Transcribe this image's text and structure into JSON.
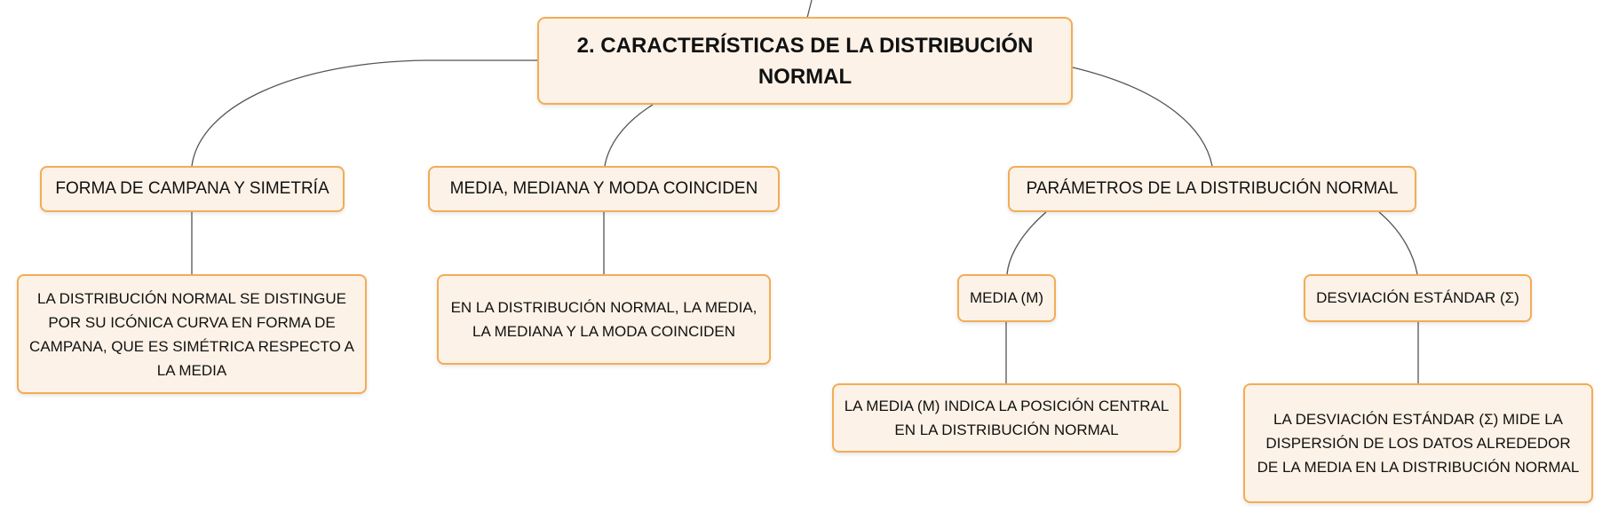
{
  "colors": {
    "node_fill": "#fdf2e7",
    "node_border": "#f3ac55",
    "connector": "#555555"
  },
  "root": {
    "label": "2. CARACTERÍSTICAS DE LA DISTRIBUCIÓN NORMAL"
  },
  "branches": [
    {
      "label": "FORMA DE CAMPANA Y SIMETRÍA",
      "detail": "LA DISTRIBUCIÓN NORMAL SE DISTINGUE POR SU ICÓNICA CURVA EN FORMA DE CAMPANA, QUE ES SIMÉTRICA RESPECTO A LA MEDIA"
    },
    {
      "label": "MEDIA, MEDIANA Y MODA COINCIDEN",
      "detail": "EN LA DISTRIBUCIÓN NORMAL, LA MEDIA, LA MEDIANA Y LA MODA COINCIDEN"
    },
    {
      "label": "PARÁMETROS DE LA DISTRIBUCIÓN NORMAL",
      "children": [
        {
          "label": "MEDIA (Μ)",
          "detail": "LA MEDIA (Μ) INDICA LA POSICIÓN CENTRAL EN LA DISTRIBUCIÓN NORMAL"
        },
        {
          "label": "DESVIACIÓN ESTÁNDAR (Σ)",
          "detail": "LA DESVIACIÓN ESTÁNDAR (Σ) MIDE LA DISPERSIÓN DE LOS DATOS ALREDEDOR DE LA MEDIA EN LA DISTRIBUCIÓN NORMAL"
        }
      ]
    }
  ]
}
